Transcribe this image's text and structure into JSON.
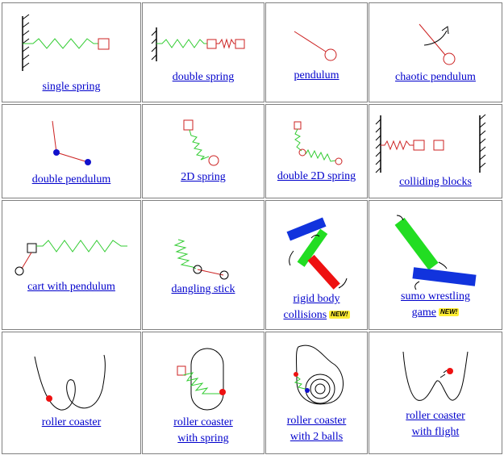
{
  "simulations": [
    {
      "id": "single-spring",
      "label": "single spring"
    },
    {
      "id": "double-spring",
      "label": "double spring"
    },
    {
      "id": "pendulum",
      "label": "pendulum"
    },
    {
      "id": "chaotic-pendulum",
      "label": "chaotic pendulum"
    },
    {
      "id": "double-pendulum",
      "label": "double pendulum"
    },
    {
      "id": "2d-spring",
      "label": "2D spring"
    },
    {
      "id": "double-2d-spring",
      "label": "double 2D spring"
    },
    {
      "id": "colliding-blocks",
      "label": "colliding blocks"
    },
    {
      "id": "cart-with-pendulum",
      "label": "cart with pendulum"
    },
    {
      "id": "dangling-stick",
      "label": "dangling stick"
    },
    {
      "id": "rigid-body-collisions",
      "label": "rigid body",
      "label2": "collisions",
      "badge": "NEW!"
    },
    {
      "id": "sumo-wrestling-game",
      "label": "sumo wrestling",
      "label2": "game",
      "badge": "NEW!"
    },
    {
      "id": "roller-coaster",
      "label": "roller coaster"
    },
    {
      "id": "roller-coaster-spring",
      "label": "roller coaster",
      "label2": "with spring"
    },
    {
      "id": "roller-coaster-2-balls",
      "label": "roller coaster",
      "label2": "with 2 balls"
    },
    {
      "id": "roller-coaster-flight",
      "label": "roller coaster",
      "label2": "with flight"
    }
  ],
  "colors": {
    "spring": "#33cc33",
    "mass": "#cc2222",
    "ball_blue": "#1111cc",
    "link": "#0000cc",
    "badge": "#ffee33",
    "bar_green": "#22dd22",
    "bar_blue": "#1133dd",
    "bar_red": "#ee1111"
  }
}
